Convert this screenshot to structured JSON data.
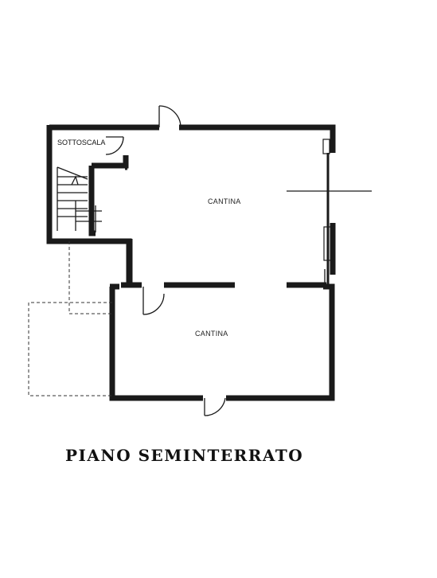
{
  "plan": {
    "labels": {
      "sottoscala": "SOTTOSCALA",
      "cantina_upper": "CANTINA",
      "cantina_lower": "CANTINA"
    },
    "floor_title": "PIANO SEMINTERRATO"
  }
}
